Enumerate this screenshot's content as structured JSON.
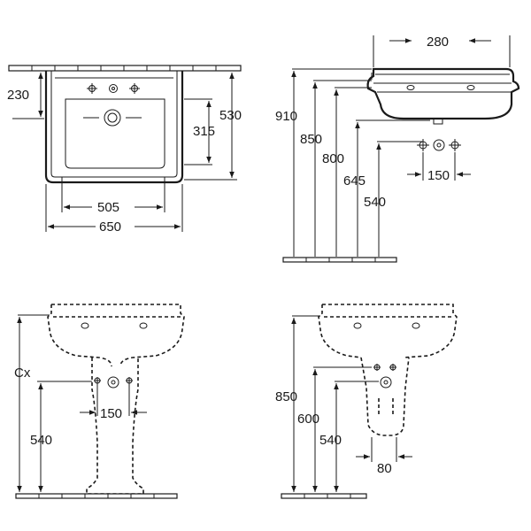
{
  "top_view": {
    "height_left": "230",
    "depth_right": "530",
    "bowl_depth": "315",
    "inner_width": "505",
    "overall_width": "650"
  },
  "side_view": {
    "depth": "280",
    "h_910": "910",
    "h_850": "850",
    "h_800": "800",
    "h_645": "645",
    "h_540": "540",
    "tap_spacing": "150"
  },
  "front_pedestal": {
    "height_cx": "Cx",
    "waste_height": "540",
    "tap_spacing": "150"
  },
  "side_pedestal": {
    "h_850": "850",
    "h_600": "600",
    "h_540": "540",
    "waste_width": "80"
  }
}
